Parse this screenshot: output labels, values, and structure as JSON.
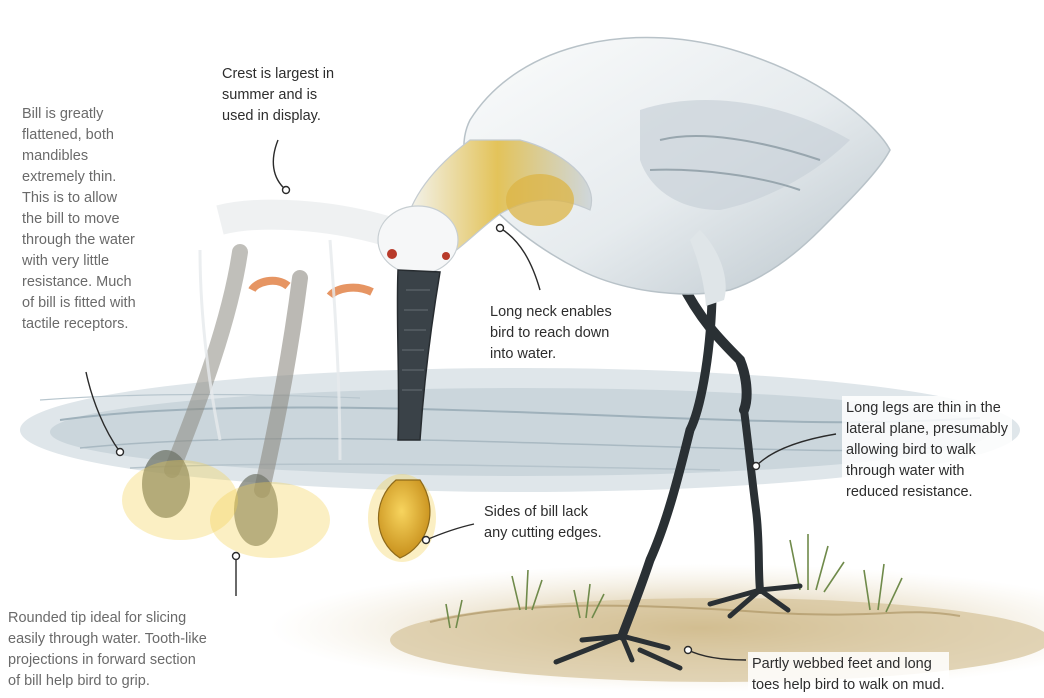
{
  "annotations": {
    "crest": "Crest is largest in\nsummer and is\nused in display.",
    "bill_flattened": "Bill is greatly\nflattened, both\nmandibles\nextremely thin.\nThis is to allow\nthe bill to move\nthrough the water\nwith very little\nresistance. Much\nof bill is fitted with\ntactile receptors.",
    "long_neck": "Long neck enables\nbird to reach down\ninto water.",
    "long_legs": "Long legs are thin in the\nlateral plane, presumably\nallowing bird to walk\nthrough water with\nreduced resistance.",
    "bill_sides": "Sides of bill lack\nany cutting edges.",
    "bill_tip": "Rounded tip ideal for slicing\neasily through water. Tooth-like\nprojections in forward section\nof bill help bird to grip.",
    "feet": "Partly webbed feet and long\ntoes help bird to walk on mud."
  },
  "colors": {
    "plumage": "#eef1f3",
    "plumage_shadow": "#c9d2d8",
    "neck_yellow": "#d9b440",
    "bill": "#3a4248",
    "bill_tip": "#e9b830",
    "legs": "#2a3034",
    "water": "#c4d1d8",
    "mud": "#cdb98c",
    "text": "#2d2d2d"
  },
  "subject": "spoonbill-feeding-illustration"
}
